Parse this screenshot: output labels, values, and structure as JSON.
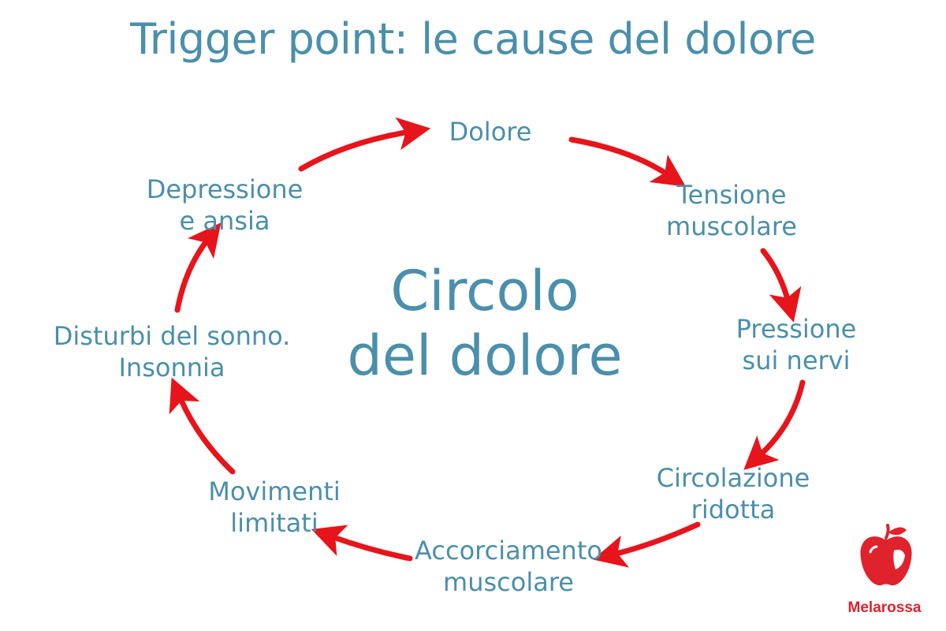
{
  "title": "Trigger point: le cause del dolore",
  "center": {
    "line1": "Circolo",
    "line2": "del dolore"
  },
  "nodes": [
    {
      "line1": "Dolore",
      "line2": ""
    },
    {
      "line1": "Tensione",
      "line2": "muscolare"
    },
    {
      "line1": "Pressione",
      "line2": "sui nervi"
    },
    {
      "line1": "Circolazione",
      "line2": "ridotta"
    },
    {
      "line1": "Accorciamento",
      "line2": "muscolare"
    },
    {
      "line1": "Movimenti",
      "line2": "limitati"
    },
    {
      "line1": "Disturbi del sonno.",
      "line2": "Insonnia"
    },
    {
      "line1": "Depressione",
      "line2": "e ansia"
    }
  ],
  "brand": {
    "name": "Melarossa",
    "icon": "apple-icon"
  },
  "colors": {
    "text": "#4a8fab",
    "arrow": "#e8141b",
    "brand": "#e0222d"
  }
}
